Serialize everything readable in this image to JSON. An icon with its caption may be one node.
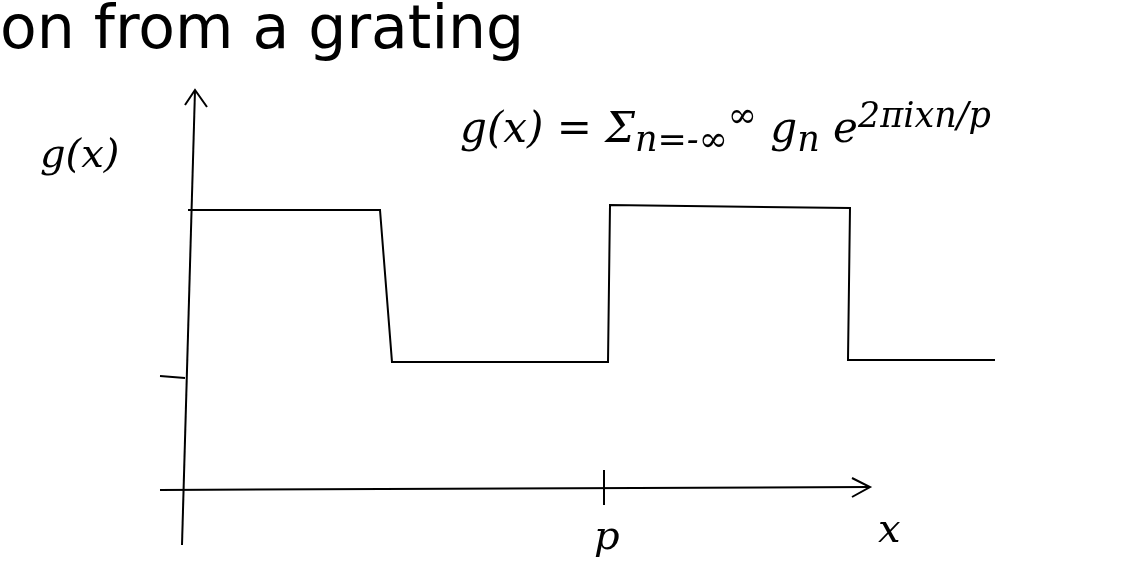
{
  "diagram": {
    "title": "on from a grating",
    "labels": [
      "g(x)",
      "g(x) = Σ$_{n=-∞}$$^{∞}$ g$_{n}$ e$^{2πixn/p}$",
      "p",
      "x"
    ]
  }
}
